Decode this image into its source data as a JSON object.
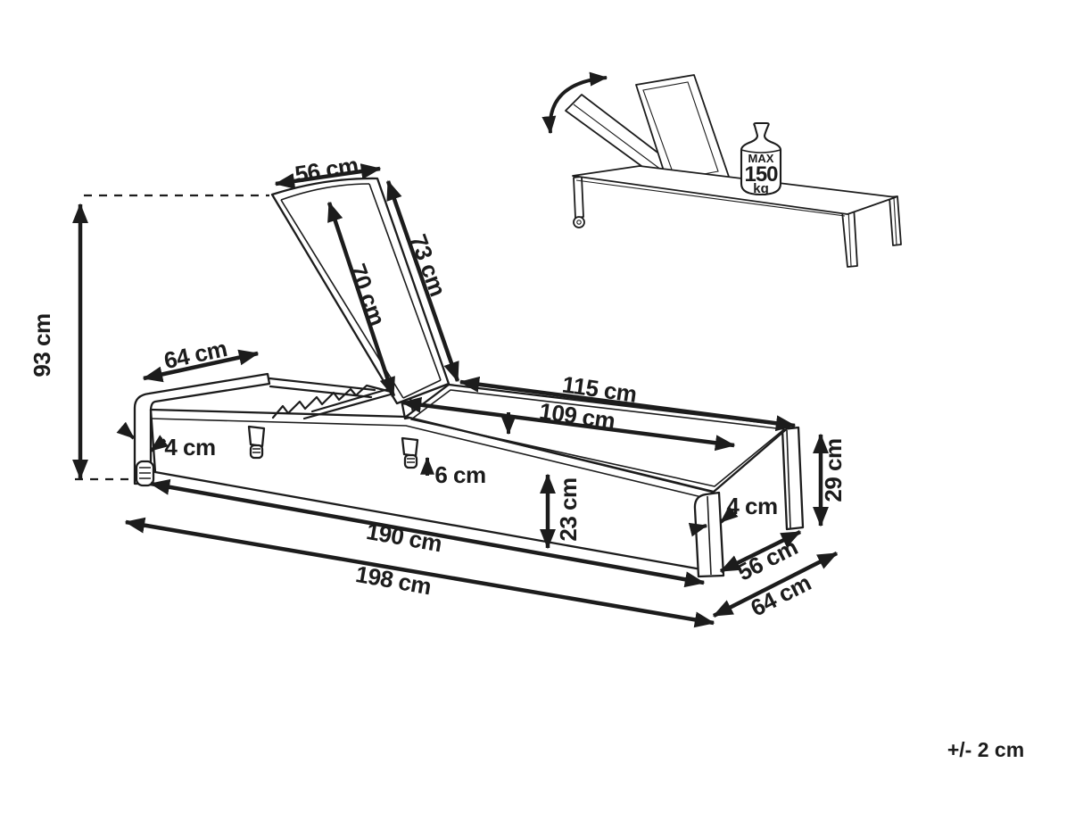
{
  "page": {
    "background_color": "#ffffff",
    "ink_color": "#1c1c1c"
  },
  "dims": {
    "backrest_width": "56 cm",
    "backrest_sling_length": "70 cm",
    "backrest_frame_length": "73 cm",
    "overall_height": "93 cm",
    "head_end_depth": "64 cm",
    "seat_length_to_frame": "115 cm",
    "seat_length_inner": "109 cm",
    "front_leg_width": "4 cm",
    "seat_rail_thickness": "6 cm",
    "side_rail_height": "23 cm",
    "length_inner": "190 cm",
    "length_overall": "198 cm",
    "rear_leg_width": "4 cm",
    "foot_end_width": "56 cm",
    "overall_width": "64 cm",
    "leg_height": "29 cm"
  },
  "max_load": {
    "label": "MAX",
    "value": "150",
    "unit": "kg"
  },
  "annotation": {
    "tolerance": "+/- 2 cm"
  }
}
